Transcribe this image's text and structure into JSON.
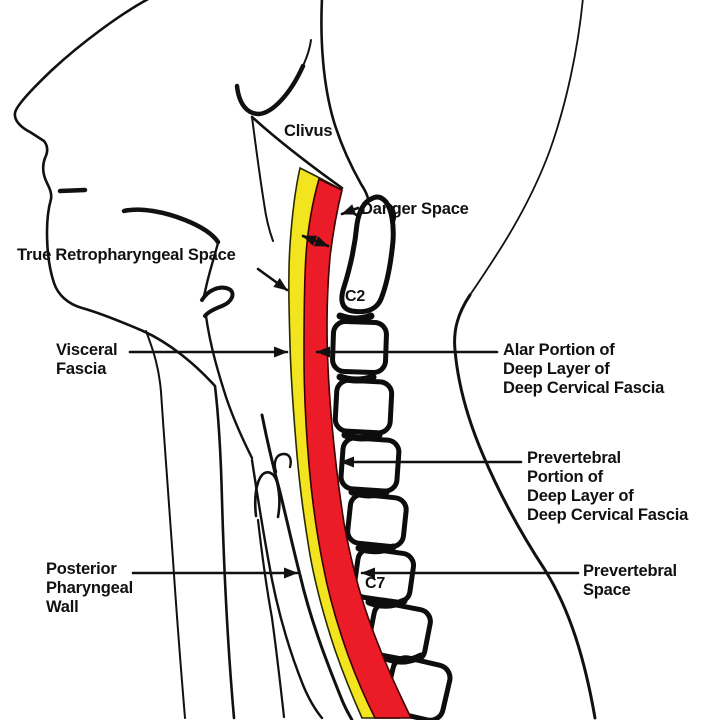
{
  "colors": {
    "retropharyngeal_space_yellow": "#F2E51F",
    "danger_space_red": "#EB1C27",
    "line_black": "#111111"
  },
  "labels": {
    "clivus": "Clivus",
    "danger_space": "Danger Space",
    "true_retropharyngeal_space": "True Retropharyngeal Space",
    "visceral_fascia": "Visceral\nFascia",
    "alar_portion": "Alar Portion of\nDeep Layer of\nDeep Cervical Fascia",
    "prevertebral_portion": "Prevertebral\nPortion of\nDeep Layer of\nDeep Cervical Fascia",
    "prevertebral_space": "Prevertebral\nSpace",
    "posterior_pharyngeal_wall": "Posterior\nPharyngeal\nWall",
    "vertebra_c2": "C2",
    "vertebra_c7": "C7"
  }
}
